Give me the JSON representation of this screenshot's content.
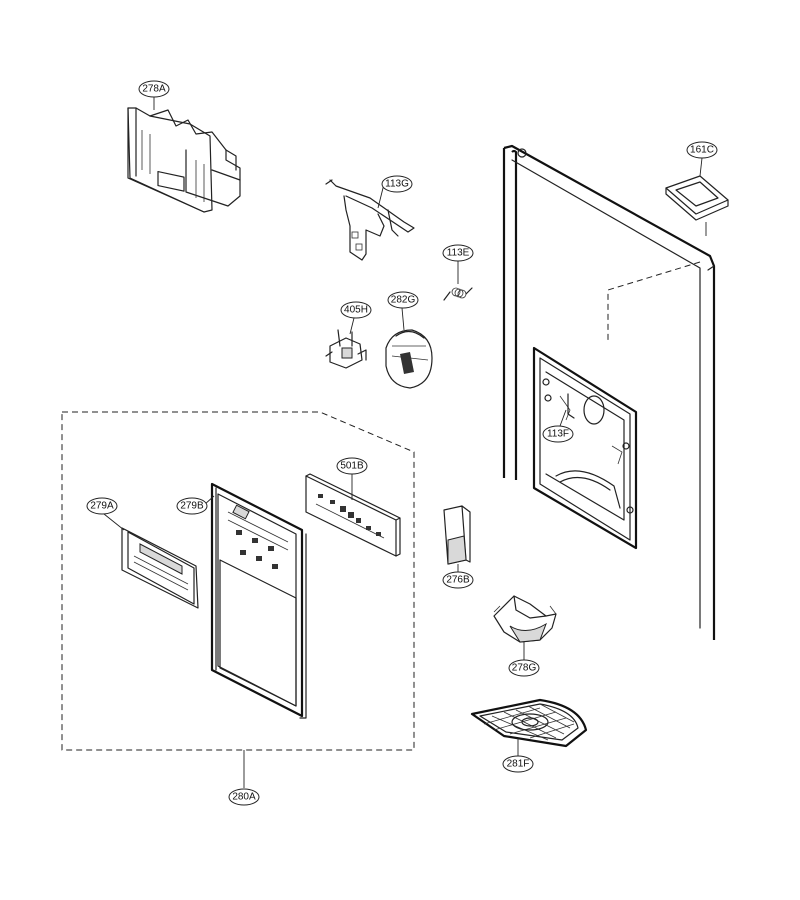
{
  "callouts": {
    "c278A": "278A",
    "c113G": "113G",
    "c161C": "161C",
    "c113E": "113E",
    "c405H": "405H",
    "c282G": "282G",
    "c113F": "113F",
    "c501B": "501B",
    "c279A": "279A",
    "c279B": "279B",
    "c276B": "276B",
    "c278G": "278G",
    "c281F": "281F",
    "c280A": "280A"
  },
  "colors": {
    "line": "#222222",
    "background": "#ffffff",
    "shade": "#d9d9d9"
  }
}
